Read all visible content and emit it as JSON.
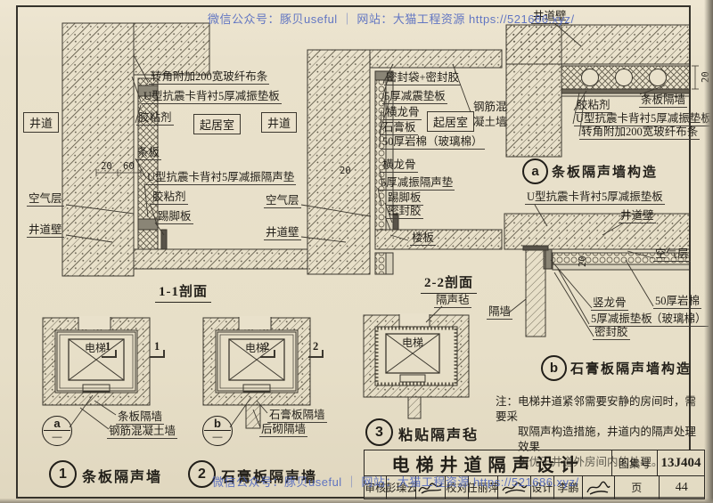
{
  "watermark": {
    "text": "微信公众号：豚贝useful ｜ 网站：大猫工程资源 https://521686.xyz/"
  },
  "detail1": {
    "caption": "1-1剖面",
    "room_shaft": "井道",
    "room_living": "起居室",
    "labels": {
      "corner_tape": "转角附加200宽玻纤布条",
      "u_clip_pad": "U型抗震卡背衬5厚减振垫板",
      "adhesive_top": "胶粘剂",
      "strip_board": "条板",
      "u_clip_pad2": "U型抗震卡背衬5厚减振隔声垫",
      "adhesive_bottom": "胶粘剂",
      "skirting": "踢脚板",
      "air_layer": "空气层",
      "shaft_wall": "井道壁"
    },
    "dims": {
      "d1": "20",
      "d2": "60"
    }
  },
  "detail2": {
    "caption": "2-2剖面",
    "room_shaft": "井道",
    "room_living": "起居室",
    "labels": {
      "seal": "密封袋+密封胶",
      "pad5": "5厚减震垫板",
      "runner_top": "横龙骨",
      "gypsum": "石膏板",
      "rockwool": "50厚岩棉（玻璃棉）",
      "runner_bottom": "横龙骨",
      "pad5b": "5厚减振隔声垫",
      "skirting": "踢脚板",
      "sealant": "密封胶",
      "concrete_wall_l1": "钢筋混",
      "concrete_wall_l2": "凝土墙",
      "air_layer": "空气层",
      "shaft_wall": "井道壁",
      "floor_slab": "楼板"
    },
    "dims": {
      "d1": "20"
    }
  },
  "detailA": {
    "bubble": "a",
    "caption": "条板隔声墙构造",
    "labels": {
      "shaft_wall": "井道壁",
      "strip_wall": "条板隔墙",
      "adhesive": "胶粘剂",
      "u_clip_pad": "U型抗震卡背衬5厚减振垫板",
      "corner_tape": "转角附加200宽玻纤布条"
    },
    "dims": {
      "d1": "20"
    }
  },
  "detailB": {
    "bubble": "b",
    "caption": "石膏板隔声墙构造",
    "labels": {
      "u_clip_pad": "U型抗震卡背衬5厚减振垫板",
      "shaft_wall": "井道壁",
      "air_layer": "空气层",
      "partition": "隔墙",
      "stud": "竖龙骨",
      "rockwool_1": "50厚岩棉",
      "pad5": "5厚减振垫板",
      "rockwool_2": "（玻璃棉）",
      "sealant": "密封胶"
    },
    "dims": {
      "d1": "20"
    }
  },
  "plan1": {
    "num": "1",
    "caption": "条板隔声墙",
    "room": "电梯",
    "bubble": "a",
    "dash": "—",
    "cut": "1",
    "labels": {
      "strip_wall": "条板隔墙",
      "concrete_wall": "钢筋混凝土墙"
    }
  },
  "plan2": {
    "num": "2",
    "caption": "石膏板隔声墙",
    "room": "电梯",
    "bubble": "b",
    "dash": "—",
    "cut": "2",
    "labels": {
      "gypsum_wall": "石膏板隔墙",
      "masonry_wall": "后砌隔墙"
    }
  },
  "plan3": {
    "num": "3",
    "caption": "粘贴隔声毡",
    "room": "电梯",
    "labels": {
      "felt": "隔声毡"
    }
  },
  "note": {
    "line1": "注：电梯井道紧邻需要安静的房间时，需要采",
    "line2": "取隔声构造措施，井道内的隔声处理效果",
    "line3": "更优于井道外房间内的处理。"
  },
  "titleblock": {
    "title": "电梯井道隔声设计",
    "atlas_label": "图集号",
    "atlas_no": "13J404",
    "page_label": "页",
    "page_no": "44",
    "review_label": "审核",
    "reviewer": "彭璪云",
    "check_label": "校对",
    "checker": "任丽萍",
    "design_label": "设计",
    "designer": "李鹏"
  }
}
